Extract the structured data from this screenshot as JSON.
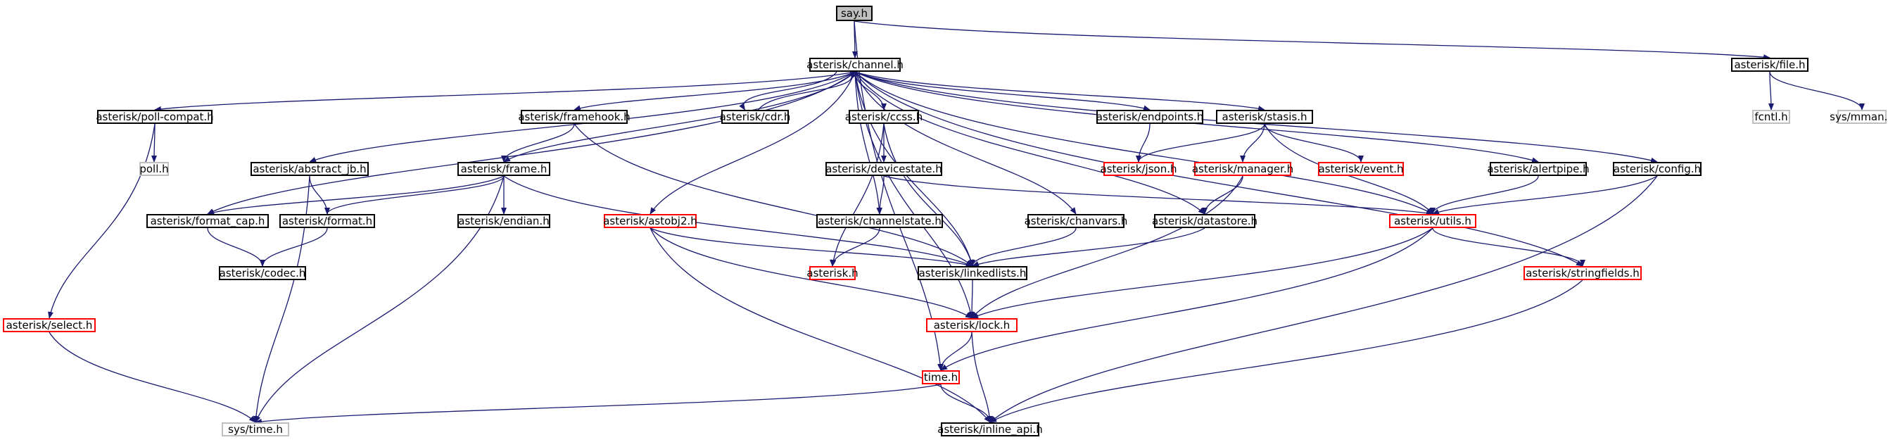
{
  "graph": {
    "colors": {
      "edge": "#191970",
      "root_fill": "#bfbfbf",
      "node_border": "#000000",
      "incomplete_border": "#ff0000",
      "missing_border": "#bfbfbf"
    },
    "nodes": [
      {
        "id": "say",
        "label": "say.h",
        "style": "root"
      },
      {
        "id": "channel",
        "label": "asterisk/channel.h",
        "style": "normal"
      },
      {
        "id": "file",
        "label": "asterisk/file.h",
        "style": "normal"
      },
      {
        "id": "pollcompat",
        "label": "asterisk/poll-compat.h",
        "style": "normal"
      },
      {
        "id": "framehook",
        "label": "asterisk/framehook.h",
        "style": "normal"
      },
      {
        "id": "cdr",
        "label": "asterisk/cdr.h",
        "style": "normal"
      },
      {
        "id": "ccss",
        "label": "asterisk/ccss.h",
        "style": "normal"
      },
      {
        "id": "endpoints",
        "label": "asterisk/endpoints.h",
        "style": "normal"
      },
      {
        "id": "stasis",
        "label": "asterisk/stasis.h",
        "style": "normal"
      },
      {
        "id": "fcntl",
        "label": "fcntl.h",
        "style": "missing"
      },
      {
        "id": "sysmman",
        "label": "sys/mman.h",
        "style": "missing"
      },
      {
        "id": "poll",
        "label": "poll.h",
        "style": "missing"
      },
      {
        "id": "abstractjb",
        "label": "asterisk/abstract_jb.h",
        "style": "normal"
      },
      {
        "id": "frame",
        "label": "asterisk/frame.h",
        "style": "normal"
      },
      {
        "id": "devicestate",
        "label": "asterisk/devicestate.h",
        "style": "normal"
      },
      {
        "id": "json",
        "label": "asterisk/json.h",
        "style": "incomplete"
      },
      {
        "id": "manager",
        "label": "asterisk/manager.h",
        "style": "incomplete"
      },
      {
        "id": "event",
        "label": "asterisk/event.h",
        "style": "incomplete"
      },
      {
        "id": "alertpipe",
        "label": "asterisk/alertpipe.h",
        "style": "normal"
      },
      {
        "id": "config",
        "label": "asterisk/config.h",
        "style": "normal"
      },
      {
        "id": "formatcap",
        "label": "asterisk/format_cap.h",
        "style": "normal"
      },
      {
        "id": "format",
        "label": "asterisk/format.h",
        "style": "normal"
      },
      {
        "id": "endian",
        "label": "asterisk/endian.h",
        "style": "normal"
      },
      {
        "id": "astobj2",
        "label": "asterisk/astobj2.h",
        "style": "incomplete"
      },
      {
        "id": "chanstate",
        "label": "asterisk/channelstate.h",
        "style": "normal"
      },
      {
        "id": "chanvars",
        "label": "asterisk/chanvars.h",
        "style": "normal"
      },
      {
        "id": "datastore",
        "label": "asterisk/datastore.h",
        "style": "normal"
      },
      {
        "id": "utils",
        "label": "asterisk/utils.h",
        "style": "incomplete"
      },
      {
        "id": "codec",
        "label": "asterisk/codec.h",
        "style": "normal"
      },
      {
        "id": "asterisk",
        "label": "asterisk.h",
        "style": "incomplete"
      },
      {
        "id": "linkedlists",
        "label": "asterisk/linkedlists.h",
        "style": "normal"
      },
      {
        "id": "stringfields",
        "label": "asterisk/stringfields.h",
        "style": "incomplete"
      },
      {
        "id": "select",
        "label": "asterisk/select.h",
        "style": "incomplete"
      },
      {
        "id": "lock",
        "label": "asterisk/lock.h",
        "style": "incomplete"
      },
      {
        "id": "time",
        "label": "time.h",
        "style": "incomplete"
      },
      {
        "id": "systime",
        "label": "sys/time.h",
        "style": "missing"
      },
      {
        "id": "inlineapi",
        "label": "asterisk/inline_api.h",
        "style": "normal"
      }
    ],
    "edges": [
      [
        "say",
        "channel"
      ],
      [
        "say",
        "file"
      ],
      [
        "say",
        "time"
      ],
      [
        "file",
        "fcntl"
      ],
      [
        "file",
        "sysmman"
      ],
      [
        "channel",
        "pollcompat"
      ],
      [
        "channel",
        "abstractjb"
      ],
      [
        "channel",
        "formatcap"
      ],
      [
        "channel",
        "framehook"
      ],
      [
        "channel",
        "frame"
      ],
      [
        "channel",
        "lock"
      ],
      [
        "channel",
        "astobj2"
      ],
      [
        "channel",
        "cdr"
      ],
      [
        "channel",
        "ccss"
      ],
      [
        "channel",
        "chanstate"
      ],
      [
        "channel",
        "linkedlists"
      ],
      [
        "channel",
        "endpoints"
      ],
      [
        "channel",
        "chanvars"
      ],
      [
        "channel",
        "datastore"
      ],
      [
        "channel",
        "stasis"
      ],
      [
        "channel",
        "utils"
      ],
      [
        "channel",
        "alertpipe"
      ],
      [
        "channel",
        "config"
      ],
      [
        "channel",
        "stringfields"
      ],
      [
        "cdr",
        "channel"
      ],
      [
        "pollcompat",
        "poll"
      ],
      [
        "pollcompat",
        "select"
      ],
      [
        "select",
        "systime"
      ],
      [
        "abstractjb",
        "format"
      ],
      [
        "abstractjb",
        "systime"
      ],
      [
        "framehook",
        "frame"
      ],
      [
        "framehook",
        "linkedlists"
      ],
      [
        "frame",
        "format"
      ],
      [
        "frame",
        "formatcap"
      ],
      [
        "frame",
        "endian"
      ],
      [
        "frame",
        "linkedlists"
      ],
      [
        "frame",
        "systime"
      ],
      [
        "formatcap",
        "codec"
      ],
      [
        "format",
        "codec"
      ],
      [
        "ccss",
        "devicestate"
      ],
      [
        "ccss",
        "asterisk"
      ],
      [
        "ccss",
        "linkedlists"
      ],
      [
        "devicestate",
        "chanstate"
      ],
      [
        "devicestate",
        "utils"
      ],
      [
        "chanstate",
        "asterisk"
      ],
      [
        "astobj2",
        "linkedlists"
      ],
      [
        "astobj2",
        "lock"
      ],
      [
        "astobj2",
        "inlineapi"
      ],
      [
        "endpoints",
        "json"
      ],
      [
        "stasis",
        "json"
      ],
      [
        "stasis",
        "manager"
      ],
      [
        "stasis",
        "event"
      ],
      [
        "stasis",
        "utils"
      ],
      [
        "manager",
        "datastore"
      ],
      [
        "manager",
        "lock"
      ],
      [
        "chanvars",
        "linkedlists"
      ],
      [
        "datastore",
        "linkedlists"
      ],
      [
        "alertpipe",
        "utils"
      ],
      [
        "config",
        "utils"
      ],
      [
        "config",
        "inlineapi"
      ],
      [
        "utils",
        "lock"
      ],
      [
        "utils",
        "time"
      ],
      [
        "utils",
        "stringfields"
      ],
      [
        "stringfields",
        "inlineapi"
      ],
      [
        "linkedlists",
        "lock"
      ],
      [
        "lock",
        "time"
      ],
      [
        "lock",
        "inlineapi"
      ],
      [
        "time",
        "systime"
      ],
      [
        "time",
        "inlineapi"
      ]
    ]
  }
}
